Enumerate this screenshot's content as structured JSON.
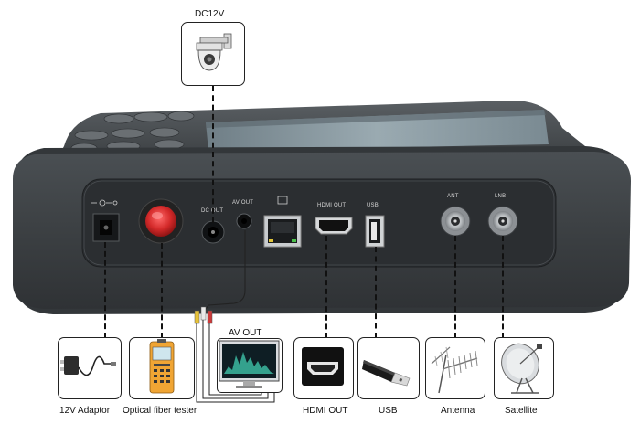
{
  "top_device": {
    "label": "DC12V",
    "icon": "camera-icon"
  },
  "panel_labels": {
    "dc_out": "DC OUT",
    "av_out": "AV OUT",
    "hdmi_out": "HDMI OUT",
    "usb": "USB",
    "ant": "ANT",
    "lnb": "LNB"
  },
  "devices": [
    {
      "label": "12V Adaptor",
      "icon": "power-adaptor-icon"
    },
    {
      "label": "Optical fiber tester",
      "icon": "fiber-tester-icon"
    },
    {
      "label": "HDMI OUT",
      "icon": "hdmi-icon"
    },
    {
      "label": "USB",
      "icon": "usb-stick-icon"
    },
    {
      "label": "Antenna",
      "icon": "antenna-icon"
    },
    {
      "label": "Satellite",
      "icon": "satellite-dish-icon"
    }
  ],
  "av_out_label": "AV  OUT",
  "colors": {
    "body_dark": "#3c4043",
    "body_mid": "#4d5256",
    "panel": "#2b2e31",
    "screen": "#7d8d95",
    "red_button": "#d42a2a"
  }
}
